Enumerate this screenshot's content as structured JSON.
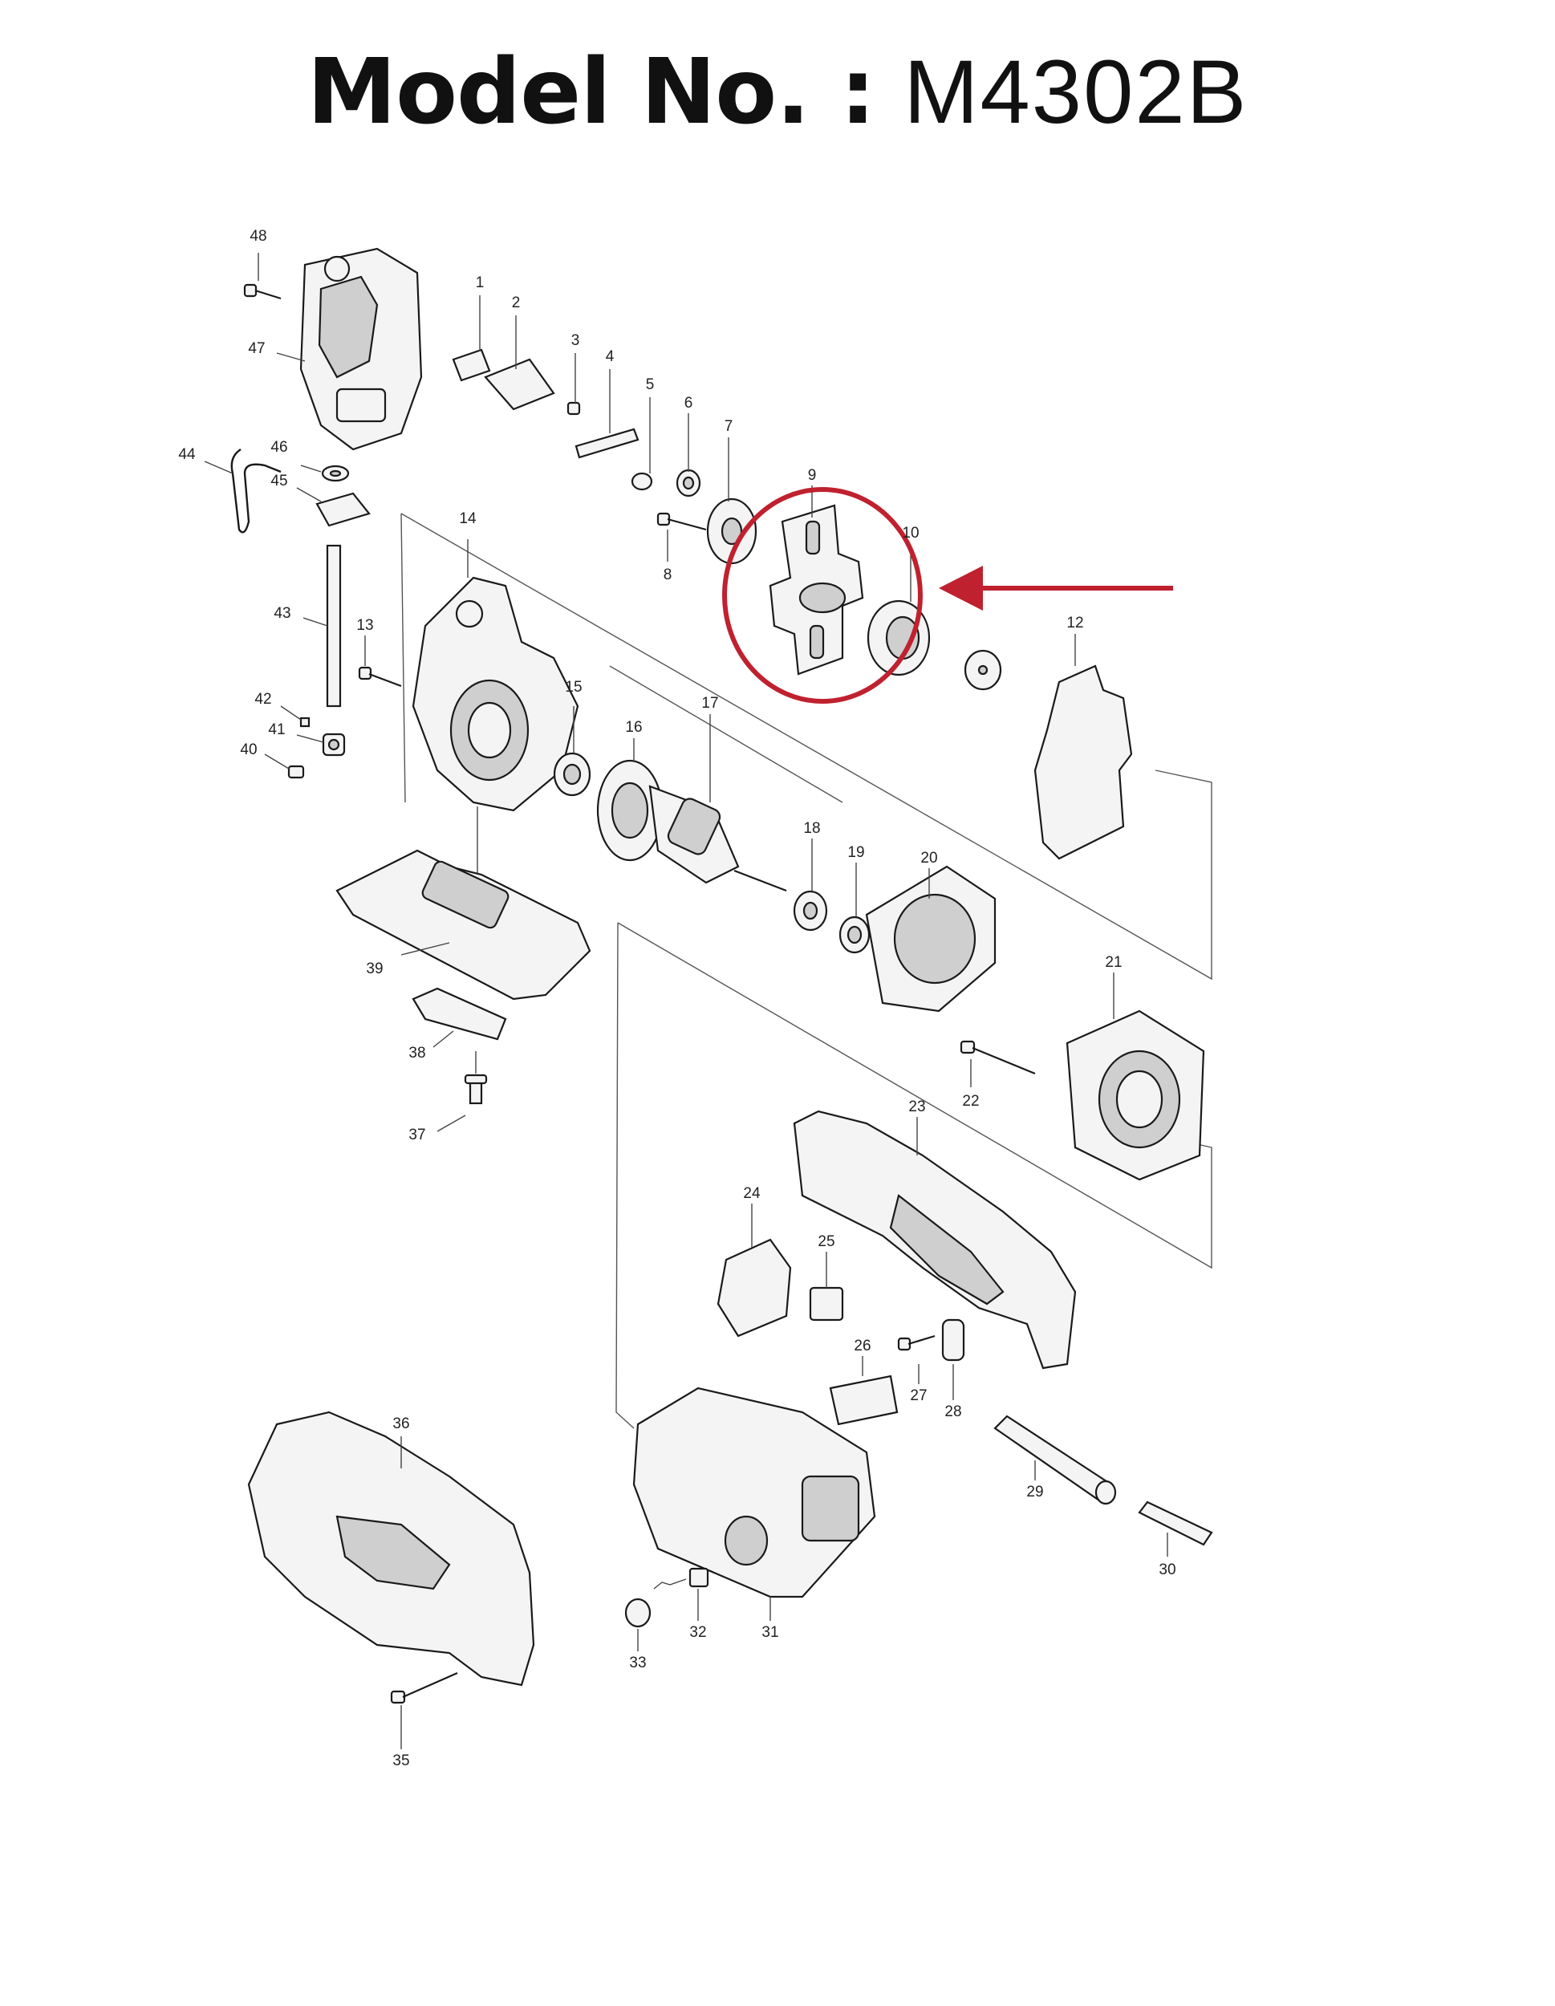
{
  "title": {
    "label": "Model No. :",
    "model": "M4302B"
  },
  "highlight": {
    "color": "#c0212f",
    "target_part": "9"
  },
  "parts": {
    "p1": "1",
    "p2": "2",
    "p3": "3",
    "p4": "4",
    "p5": "5",
    "p6": "6",
    "p7": "7",
    "p8": "8",
    "p9": "9",
    "p10": "10",
    "p12": "12",
    "p13": "13",
    "p14": "14",
    "p15": "15",
    "p16": "16",
    "p17": "17",
    "p18": "18",
    "p19": "19",
    "p20": "20",
    "p21": "21",
    "p22": "22",
    "p23": "23",
    "p24": "24",
    "p25": "25",
    "p26": "26",
    "p27": "27",
    "p28": "28",
    "p29": "29",
    "p30": "30",
    "p31": "31",
    "p32": "32",
    "p33": "33",
    "p35": "35",
    "p36": "36",
    "p37": "37",
    "p38": "38",
    "p39": "39",
    "p40": "40",
    "p41": "41",
    "p42": "42",
    "p43": "43",
    "p44": "44",
    "p45": "45",
    "p46": "46",
    "p47": "47",
    "p48": "48"
  }
}
